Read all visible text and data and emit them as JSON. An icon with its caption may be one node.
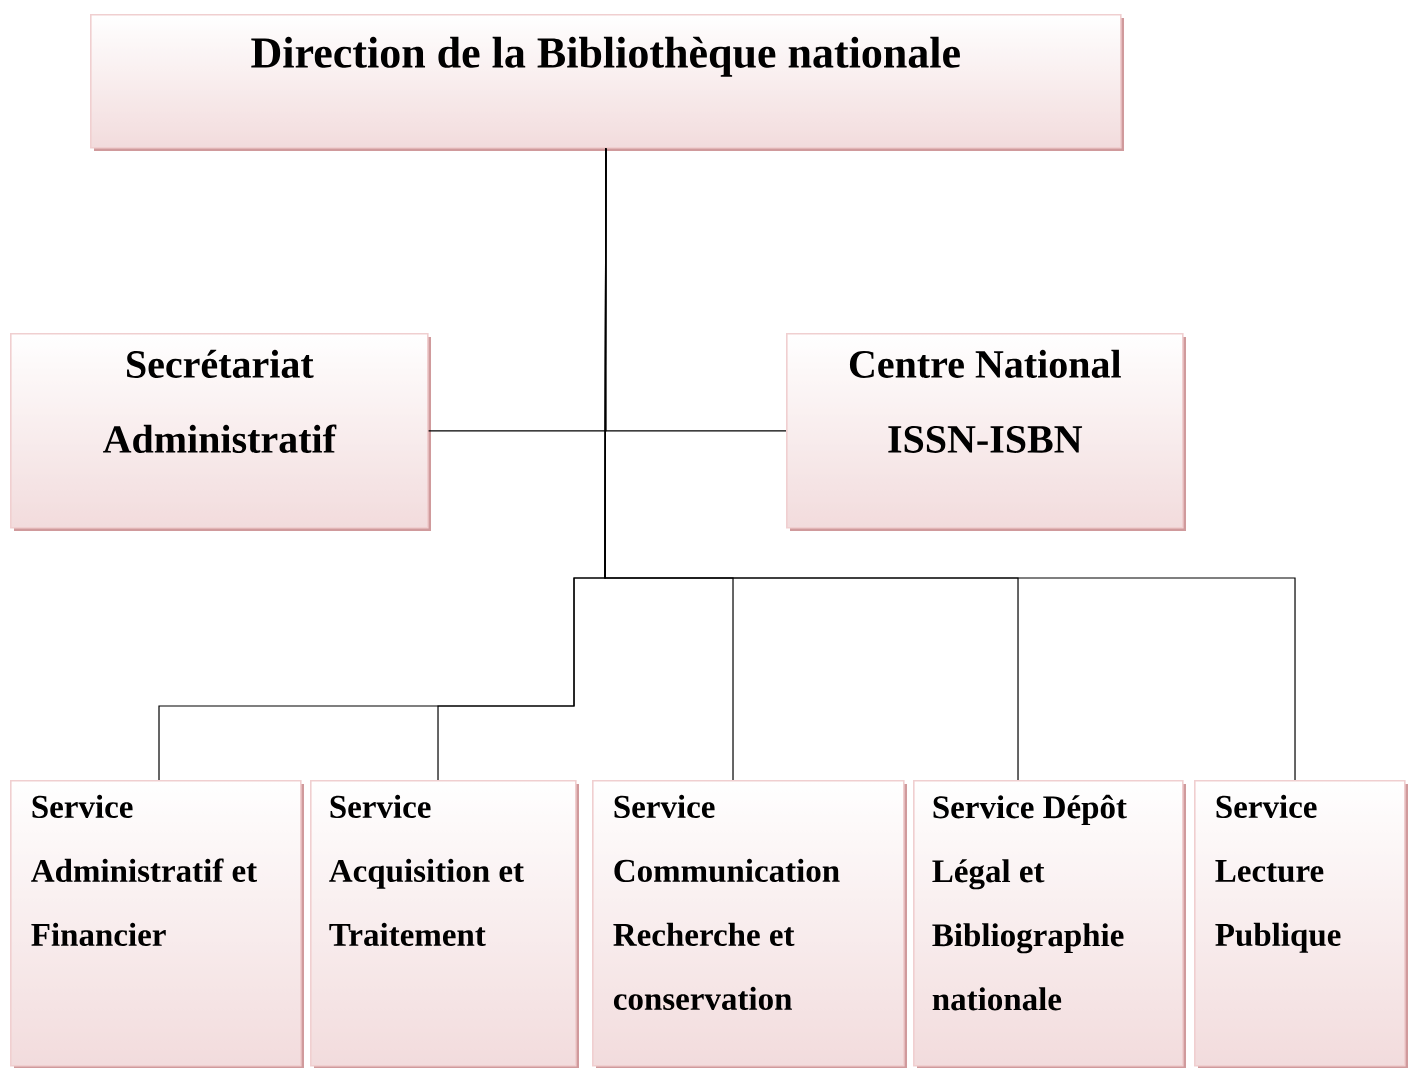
{
  "diagram": {
    "nodes": [
      {
        "text": [
          "Direction de la Bibliothèque nationale"
        ]
      },
      {
        "text": [
          "Secrétariat Administratif"
        ]
      },
      {
        "text": [
          "Centre National ISSN-ISBN"
        ]
      },
      {
        "text": [
          "Service Administratif et Financier"
        ]
      },
      {
        "text": [
          "Service Acquisition et Traitement"
        ]
      },
      {
        "text": [
          "Service Communication Recherche et conservation"
        ]
      },
      {
        "text": [
          "Service Dépôt Légal et Bibliographie nationale"
        ]
      },
      {
        "text": [
          "Service Lecture Publique"
        ]
      }
    ],
    "edges": [
      {
        "from": 0,
        "to": 1,
        "arrow": "none"
      },
      {
        "from": 0,
        "to": 2,
        "arrow": "none"
      },
      {
        "from": 0,
        "to": 3,
        "arrow": "none"
      },
      {
        "from": 0,
        "to": 4,
        "arrow": "none"
      },
      {
        "from": 0,
        "to": 5,
        "arrow": "none"
      },
      {
        "from": 0,
        "to": 6,
        "arrow": "none"
      },
      {
        "from": 0,
        "to": 7,
        "arrow": "none"
      }
    ]
  }
}
